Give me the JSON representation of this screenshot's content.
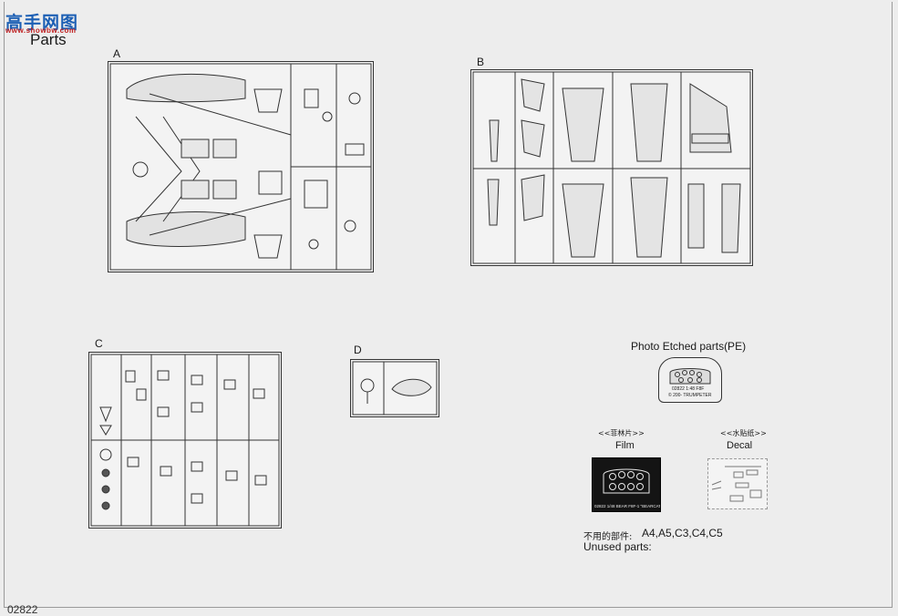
{
  "header": {
    "logo_text": "高手网图",
    "logo_url": "www.showbw.com",
    "title": "Parts"
  },
  "sprues": [
    {
      "letter": "A"
    },
    {
      "letter": "B"
    },
    {
      "letter": "C"
    },
    {
      "letter": "D"
    }
  ],
  "photo_etched": {
    "title": "Photo Etched parts(PE)",
    "fret_text_1": "02822 1:48 F8F",
    "fret_text_2": "© 200- TRUMPETER"
  },
  "film": {
    "label_cn": "<<菲林片>>",
    "label": "Film",
    "strip_text": "02822 1/48 BEAR F8F-1 \"BEARCAT\""
  },
  "decal": {
    "label_cn": "<<水贴纸>>",
    "label": "Decal"
  },
  "unused_parts": {
    "label_cn": "不用的部件:",
    "list": "A4,A5,C3,C4,C5",
    "label": "Unused parts:"
  },
  "footer": {
    "page_number": "02822"
  }
}
